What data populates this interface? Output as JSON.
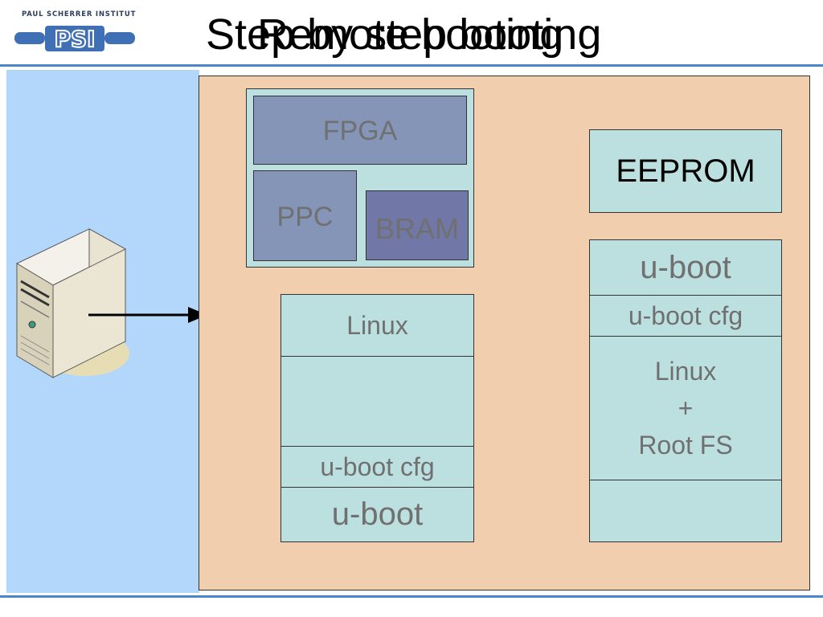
{
  "header": {
    "institute": "PAUL SCHERRER INSTITUT",
    "logo": "PSI",
    "title_layer1": "Step by step booting",
    "title_layer2": "Remote booting"
  },
  "diagram": {
    "fpga": "FPGA",
    "ppc": "PPC",
    "bram": "BRAM",
    "eeprom": "EEPROM",
    "ram_stack": {
      "linux": "Linux",
      "uboot_cfg": "u-boot cfg",
      "uboot": "u-boot"
    },
    "flash_stack": {
      "uboot": "u-boot",
      "uboot_cfg": "u-boot cfg",
      "linux_line1": "Linux",
      "linux_line2": "+",
      "linux_line3": "Root FS"
    }
  },
  "colors": {
    "accent_rule": "#4a86c8",
    "panel": "#b3d6fb",
    "board": "#f0ceae",
    "memory": "#bce0df",
    "processor": "#8595b8",
    "bram": "#7177a6"
  }
}
